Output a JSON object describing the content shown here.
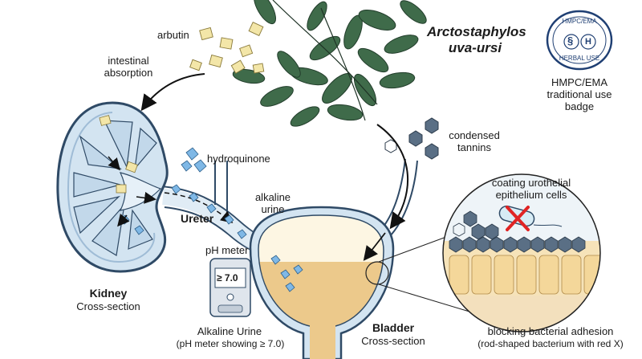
{
  "labels": {
    "arbutin": "arbutin",
    "intestinal_absorption": "intestinal\nabsorption",
    "plant_name_line1": "Arctostaphylos",
    "plant_name_line2": "uva-ursi",
    "badge_caption": "HMPC/EMA\ntraditional use\nbadge",
    "hydroquinone": "hydroquinone",
    "condensed_tannins": "condensed\ntannins",
    "coating": "coating urothelial\nepithelium cells",
    "alkaline_urine_top": "alkaline\nurine",
    "ureter": "Ureter",
    "ph_meter": "pH meter",
    "kidney": "Kidney",
    "kidney_sub": "Cross-section",
    "alkaline_urine_bottom": "Alkaline Urine",
    "ph_meter_note": "(pH meter showing ≥ 7.0)",
    "bladder": "Bladder",
    "bladder_sub": "Cross-section",
    "blocking": "blocking bacterial adhesion",
    "blocking_note": "(rod-shaped bacterium with red X)"
  },
  "badge": {
    "top_text": "HMPC/EMA",
    "bottom_text": "HERBAL USE",
    "symbol": "§",
    "symbol2": "H"
  },
  "meter": {
    "reading": "≥ 7.0"
  },
  "colors": {
    "kidney_fill": "#d3e4f1",
    "kidney_stroke": "#2f4a66",
    "urine": "#ecc98b",
    "leaf": "#3f6b4a",
    "crystal": "#7fb8e6",
    "cube": "#f3e6a8",
    "tannin": "#5a6f85",
    "badge_blue": "#1f3f73",
    "red_x": "#e02424"
  }
}
